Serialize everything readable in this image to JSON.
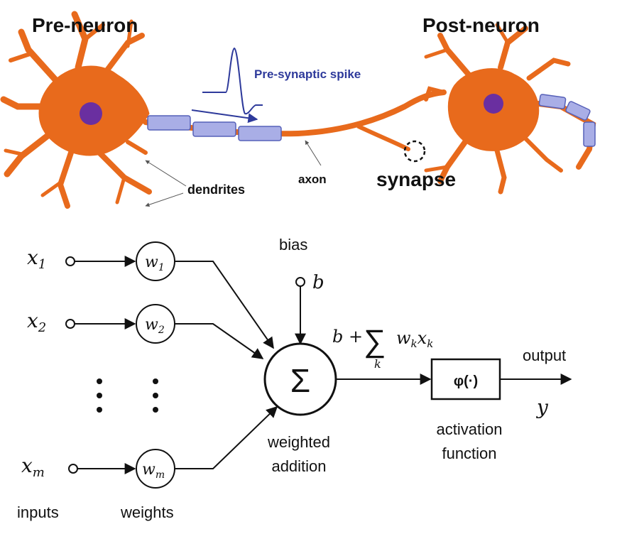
{
  "neuron_panel": {
    "pre_title": "Pre-neuron",
    "post_title": "Post-neuron",
    "spike_label": "Pre-synaptic spike",
    "dendrites_label": "dendrites",
    "axon_label": "axon",
    "synapse_label": "synapse"
  },
  "perceptron": {
    "inputs": [
      {
        "name": "x",
        "sub": "1",
        "weight": "w",
        "wsub": "1"
      },
      {
        "name": "x",
        "sub": "2",
        "weight": "w",
        "wsub": "2"
      },
      {
        "name": "x",
        "sub": "m",
        "weight": "w",
        "wsub": "m"
      }
    ],
    "bias_label": "bias",
    "bias_symbol": "b",
    "sum_symbol": "Σ",
    "sum_formula_prefix": "b +",
    "sum_formula_sigma": "∑",
    "sum_formula_index": "k",
    "sum_formula_term_w": "w",
    "sum_formula_term_x": "x",
    "sum_formula_term_sub": "k",
    "activation_symbol": "φ(·)",
    "output_label": "output",
    "output_symbol": "y",
    "inputs_caption": "inputs",
    "weights_caption": "weights",
    "weighted_addition_line1": "weighted",
    "weighted_addition_line2": "addition",
    "activation_line1": "activation",
    "activation_line2": "function"
  },
  "colors": {
    "neuron_fill": "#E86A1C",
    "nucleus": "#6A2FA0",
    "myelin": "#A9AEE6",
    "myelin_edge": "#5660B8",
    "spike": "#2E3A9B",
    "ink": "#111111"
  }
}
